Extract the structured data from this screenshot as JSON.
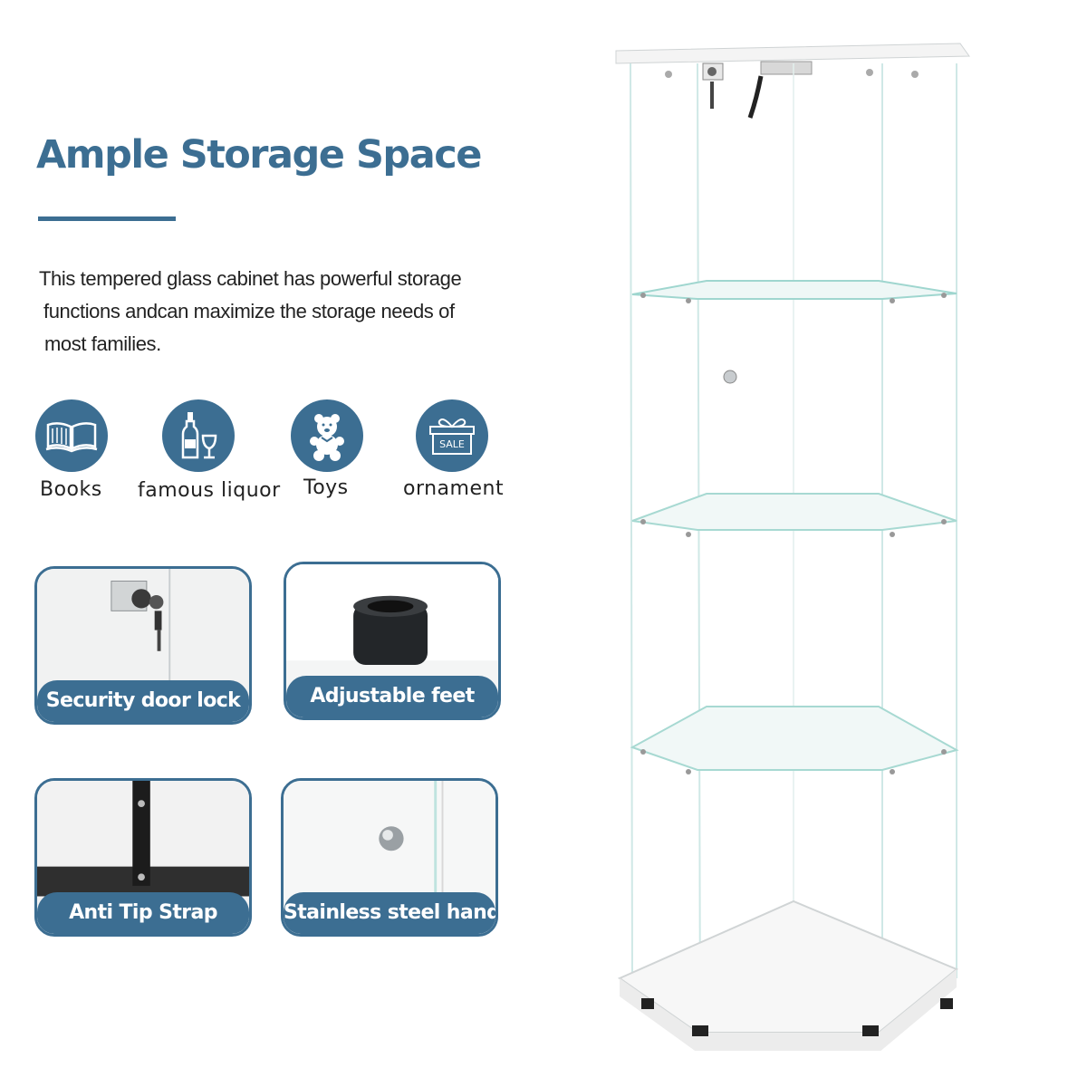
{
  "title": "Ample Storage Space",
  "description": {
    "line1": "This tempered glass cabinet has powerful storage",
    "line2": "functions andcan  maximize the storage needs of",
    "line3": "most families."
  },
  "categories": [
    {
      "label": "Books",
      "icon": "book-icon"
    },
    {
      "label": "famous liquor",
      "icon": "bottle-glass-icon"
    },
    {
      "label": "Toys",
      "icon": "teddy-bear-icon"
    },
    {
      "label": "ornament",
      "icon": "gift-box-icon",
      "badge": "SALE"
    }
  ],
  "features": [
    {
      "label": "Security door lock"
    },
    {
      "label": "Adjustable feet"
    },
    {
      "label": "Anti Tip Strap"
    },
    {
      "label": "Stainless steel handle"
    }
  ],
  "colors": {
    "accent": "#3c6e92",
    "text": "#222222",
    "background": "#ffffff"
  }
}
